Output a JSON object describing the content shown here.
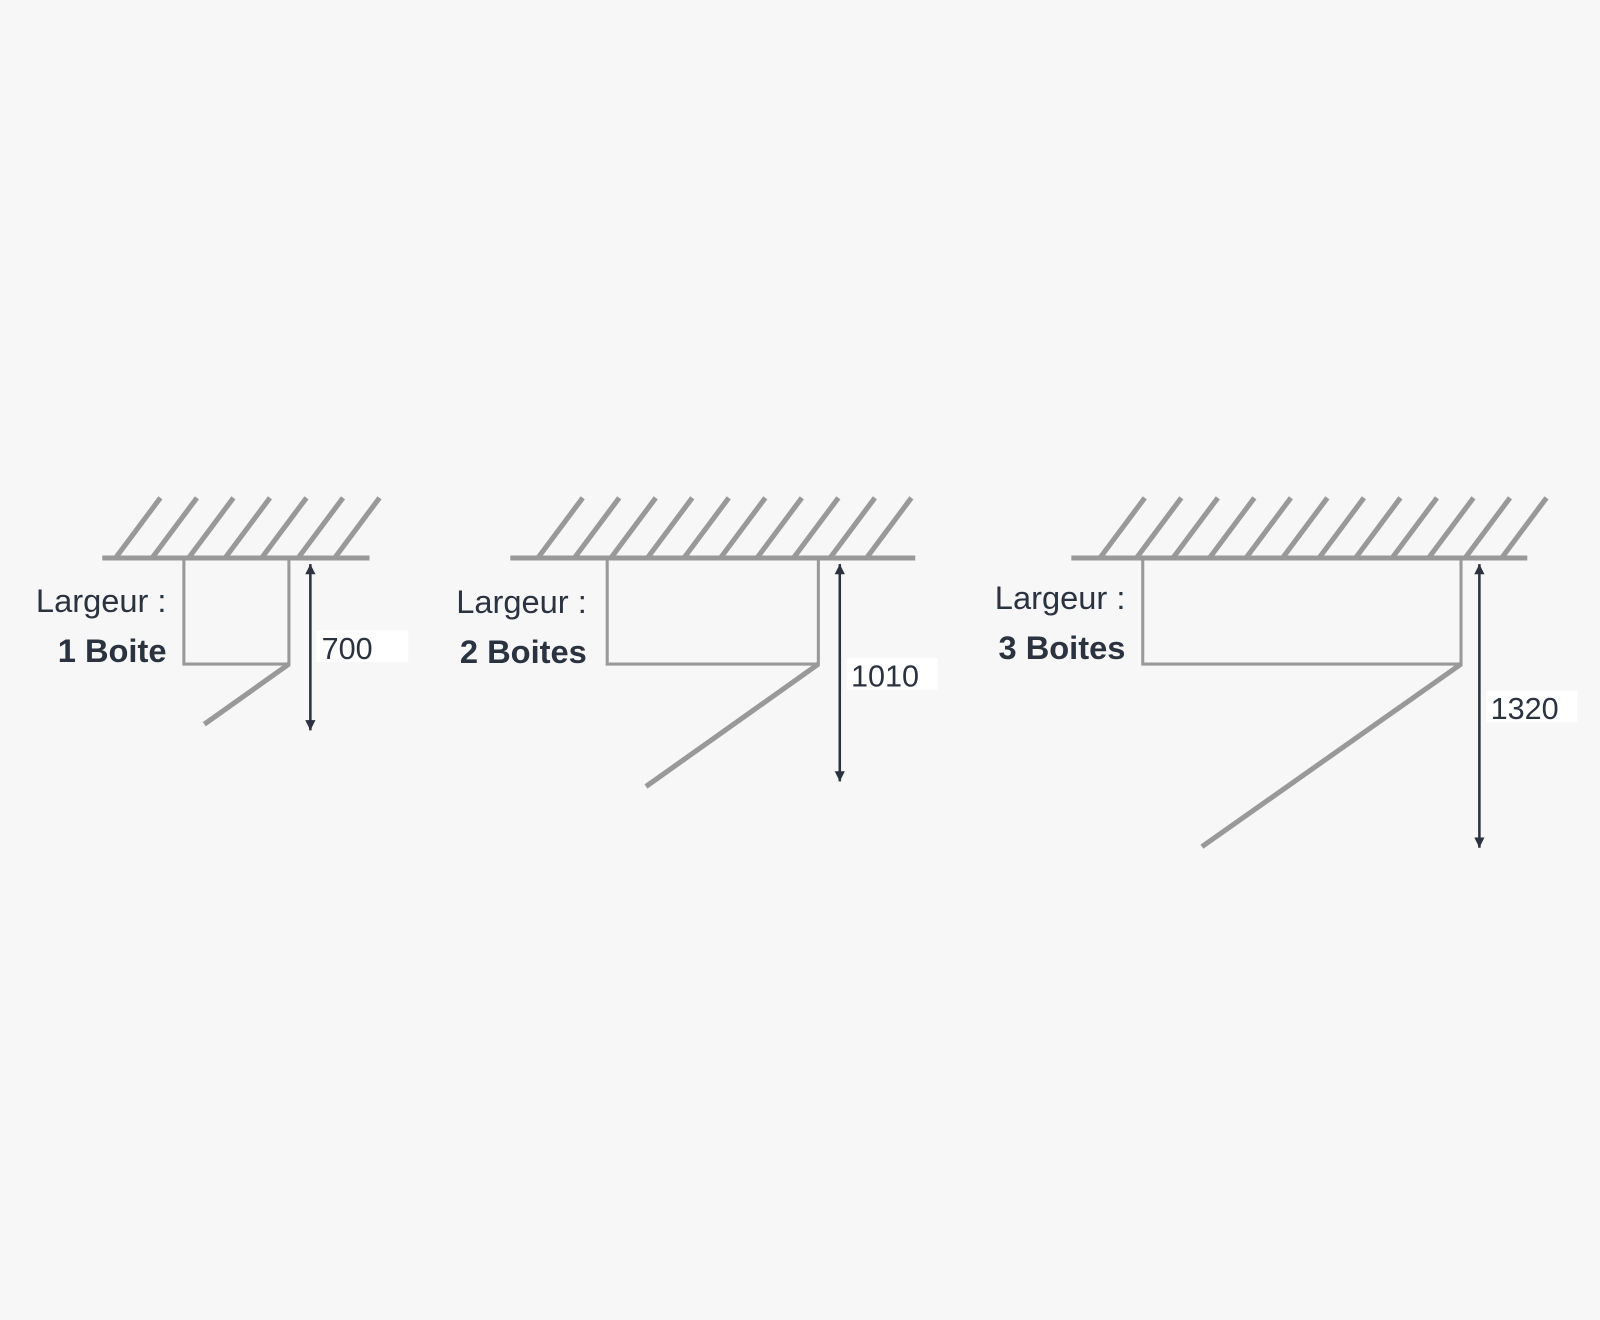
{
  "colors": {
    "background": "#f6f7f6",
    "structure": "#999999",
    "dimension": "#2b3240"
  },
  "panels": [
    {
      "label": "Largeur :",
      "count_label": "1 Boite",
      "dimension": "700"
    },
    {
      "label": "Largeur :",
      "count_label": "2 Boites",
      "dimension": "1010"
    },
    {
      "label": "Largeur :",
      "count_label": "3 Boites",
      "dimension": "1320"
    }
  ]
}
